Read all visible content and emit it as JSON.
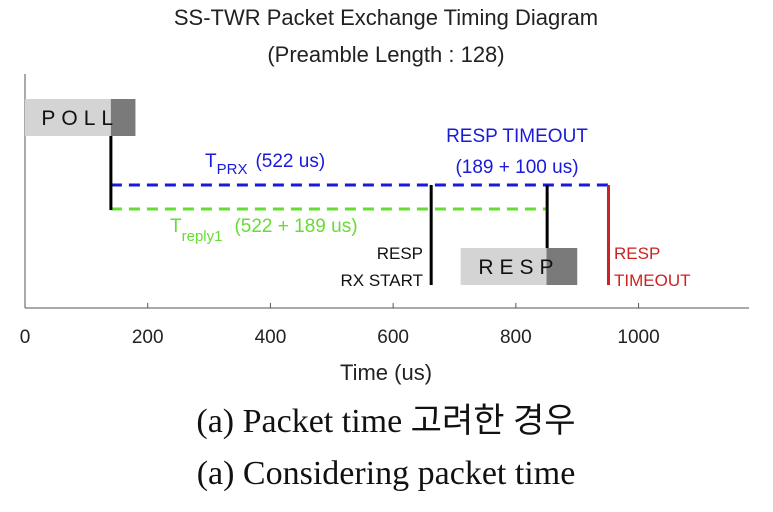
{
  "chart_data": {
    "type": "timing",
    "title": "SS-TWR Packet Exchange Timing Diagram",
    "subtitle": "(Preamble Length : 128)",
    "xlabel": "Time (us)",
    "xlim": [
      0,
      1180
    ],
    "xticks": [
      0,
      200,
      400,
      600,
      800,
      1000
    ],
    "grid": false,
    "packets": [
      {
        "label": "POLL",
        "start": 0,
        "end": 180,
        "dark_start": 140
      },
      {
        "label": "RESP",
        "start": 710,
        "end": 900,
        "dark_start": 850
      }
    ],
    "markers": [
      {
        "time": 140,
        "color": "#000000",
        "labels": []
      },
      {
        "time": 662,
        "color": "#000000",
        "labels": [
          "RESP",
          "RX START"
        ]
      },
      {
        "time": 851,
        "color": "#000000",
        "labels": []
      },
      {
        "time": 951,
        "color": "#cc2222",
        "labels": [
          "RESP",
          "TIMEOUT"
        ]
      }
    ],
    "intervals": [
      {
        "name_main": "T",
        "name_sub": "PRX",
        "value_text": "(522 us)",
        "start": 140,
        "end": 951,
        "color": "#1a1adb"
      },
      {
        "name_main": "T",
        "name_sub": "reply1",
        "value_text": "(522 + 189 us)",
        "start": 140,
        "end": 851,
        "color": "#66dd33"
      }
    ],
    "annotations": [
      {
        "lines": [
          "RESP TIMEOUT",
          "(189 + 100 us)"
        ],
        "color": "#1a1adb"
      }
    ]
  },
  "captions": {
    "line1": "(a)  Packet  time  고려한  경우",
    "line2": "(a)  Considering  packet  time"
  }
}
